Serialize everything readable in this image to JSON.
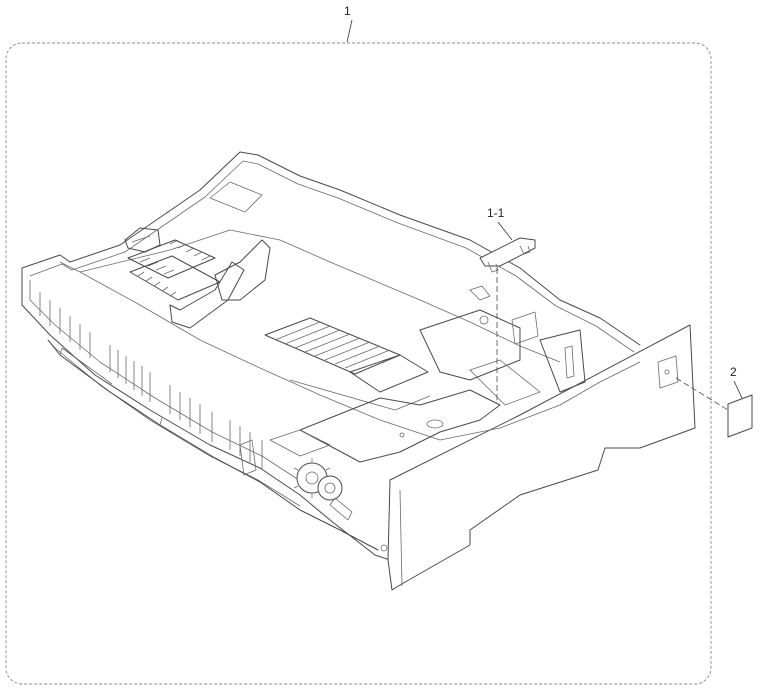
{
  "diagram": {
    "callouts": {
      "assembly": "1",
      "sub_part": "1-1",
      "label_part": "2"
    },
    "colors": {
      "line": "#4a4a4a",
      "frame": "#8a8a8a",
      "text": "#222222"
    }
  }
}
